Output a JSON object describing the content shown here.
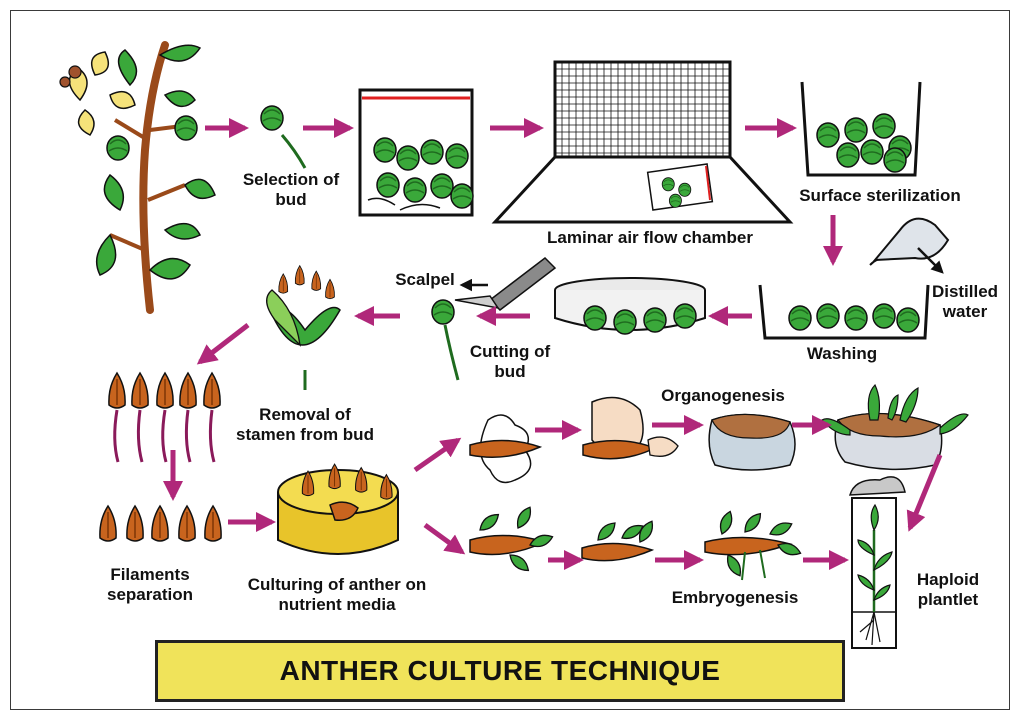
{
  "title": "ANTHER CULTURE TECHNIQUE",
  "labels": {
    "selection": "Selection of\nbud",
    "laminar": "Laminar air flow chamber",
    "sterilization": "Surface sterilization",
    "distilled": "Distilled\nwater",
    "washing": "Washing",
    "scalpel": "Scalpel",
    "cutting": "Cutting of\nbud",
    "removal": "Removal of\nstamen from bud",
    "organogenesis": "Organogenesis",
    "filaments": "Filaments\nseparation",
    "culturing": "Culturing of anther on\nnutrient media",
    "embryogenesis": "Embryogenesis",
    "haploid": "Haploid\nplantlet"
  },
  "colors": {
    "arrow": "#b0287a",
    "leaf": "#3aa83a",
    "leaf_dark": "#1f6b1f",
    "stem": "#9a4a1a",
    "anther": "#c8641e",
    "media": "#e8c42a",
    "petal": "#f5e27a",
    "title_bg": "#f0e35a"
  }
}
